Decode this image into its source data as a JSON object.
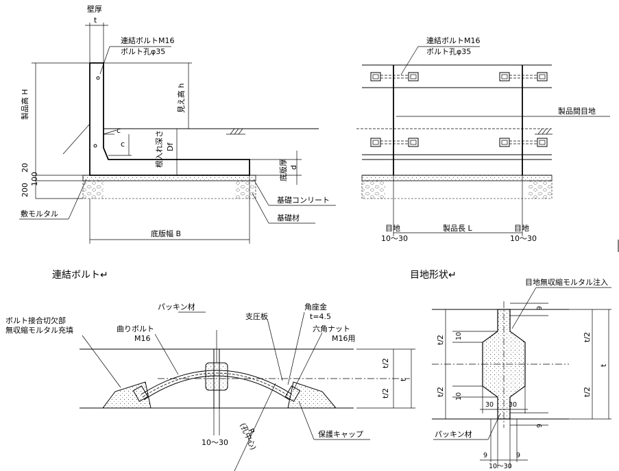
{
  "section_titles": {
    "bolt": "連結ボルト↵",
    "joint": "目地形状↵"
  },
  "left_view": {
    "wall_thickness": "壁厚",
    "t": "t",
    "bolt": "連結ボルトM16",
    "bolt_hole": "ボルト孔φ35",
    "product_height": "製品高 H",
    "visible_height": "見え高 h",
    "embed_depth": "根入れ深さ",
    "df": "Df",
    "c1": "c",
    "c2": "c",
    "base_thickness": "底版厚",
    "d": "d",
    "dim_20": "20",
    "dim_100": "100",
    "dim_200": "200",
    "mortar": "敷モルタル",
    "foundation_concrete": "基礎コンリート",
    "foundation_material": "基礎材",
    "base_width": "底版幅 B"
  },
  "right_view": {
    "bolt": "連結ボルトM16",
    "bolt_hole": "ボルト孔φ35",
    "product_joint": "製品間目地",
    "joint_left": "目地",
    "joint_left_range": "10～30",
    "product_length": "製品長 L",
    "joint_right": "目地",
    "joint_right_range": "10～30"
  },
  "bolt_detail": {
    "cutout": "ボルト接合切欠部",
    "grout": "無収縮モルタル充填",
    "bent_bolt": "曲りボルト",
    "m16": "M16",
    "packing": "パッキン材",
    "bearing_plate": "支圧板",
    "square_washer": "角座金",
    "washer_t": "t=4.5",
    "hex_nut": "六角ナット",
    "for_m16": "M16用",
    "half_t1": "t/2",
    "half_t2": "t/2",
    "t": "t",
    "radius": "R",
    "radius_note": "(孔中心)",
    "gap": "10～30",
    "cap": "保護キャップ"
  },
  "joint_detail": {
    "injection": "目地無収縮モルタル注入",
    "dim_9_top": "9",
    "dim_10_top": "10",
    "dim_10_bottom": "10",
    "dim_30_left": "30",
    "dim_30_right": "30",
    "dim_9_right": "9",
    "half_t_left1": "t/2",
    "half_t_left2": "t/2",
    "half_t_right1": "t/2",
    "half_t_right2": "t/2",
    "t": "t",
    "packing": "パッキン材",
    "dim_9_bl": "9",
    "dim_9_br": "9",
    "gap": "10～30"
  }
}
